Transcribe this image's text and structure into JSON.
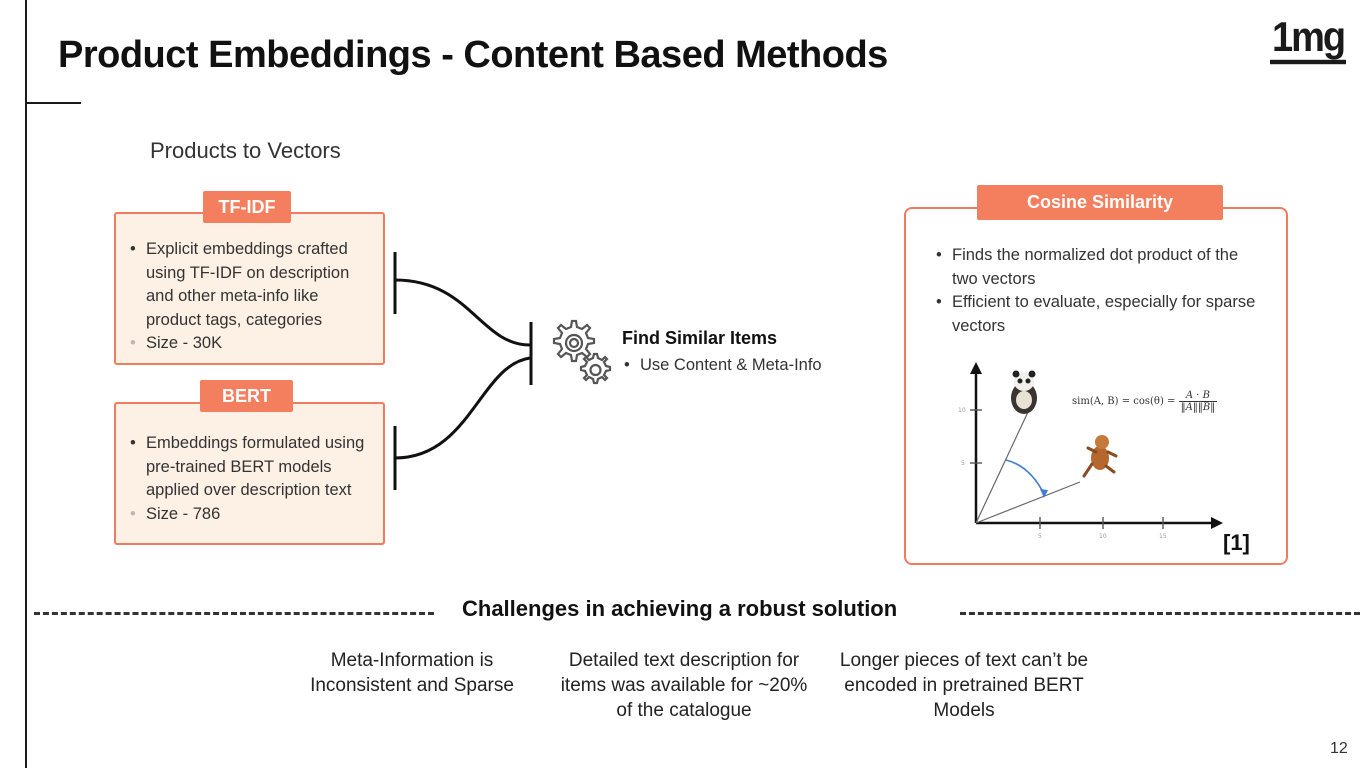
{
  "slide": {
    "title": "Product Embeddings - Content Based Methods",
    "logo": "1mg",
    "subtitle": "Products to Vectors",
    "page_number": "12"
  },
  "tfidf": {
    "tag": "TF-IDF",
    "bullets": [
      "Explicit embeddings crafted using TF-IDF on description and other meta-info like product tags, categories",
      "Size - 30K"
    ]
  },
  "bert": {
    "tag": "BERT",
    "bullets": [
      "Embeddings formulated using pre-trained BERT models applied over description text",
      "Size - 786"
    ]
  },
  "find_similar": {
    "title": "Find Similar Items",
    "bullet": "Use Content & Meta-Info",
    "icon": "gears-icon"
  },
  "cosine": {
    "tag": "Cosine Similarity",
    "bullets": [
      "Finds the normalized dot product of the two vectors",
      "Efficient to evaluate, especially for sparse vectors"
    ],
    "formula_lhs": "sim(A, B) = cos(θ) =",
    "formula_num": "A · B",
    "formula_den": "‖A‖‖B‖",
    "reference": "[1]",
    "y_ticks": [
      "10",
      "5"
    ],
    "x_ticks": [
      "5",
      "10",
      "15"
    ]
  },
  "challenges": {
    "heading": "Challenges in achieving a robust solution",
    "items": [
      "Meta-Information is Inconsistent and Sparse",
      "Detailed text description for items was available for ~20% of the catalogue",
      "Longer pieces of text can’t be encoded in pretrained BERT Models"
    ]
  },
  "colors": {
    "accent": "#f47f5e",
    "box_fill": "#fdf0e4",
    "arrow": "#3f7fd6"
  }
}
